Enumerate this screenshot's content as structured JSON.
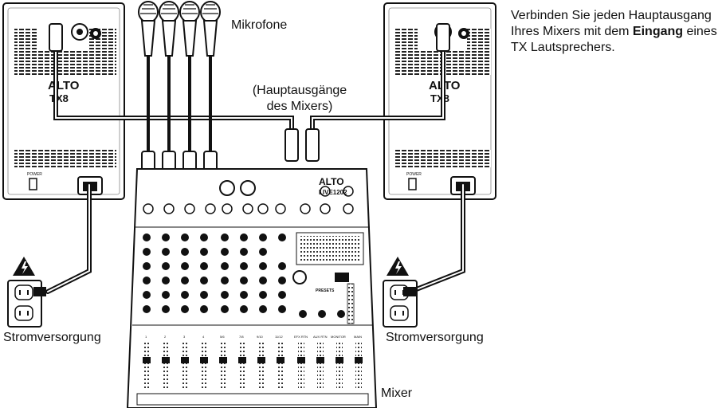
{
  "labels": {
    "mics": "Mikrofone",
    "main_outs_line1": "(Hauptausgänge",
    "main_outs_line2": "des Mixers)",
    "power_left": "Stromversorgung",
    "power_right": "Stromversorgung",
    "mixer": "Mixer"
  },
  "instruction": {
    "part1": "Verbinden Sie jeden Hauptausgang Ihres Mixers mit dem ",
    "bold": "Eingang",
    "part2": " eines TX Lautsprechers."
  },
  "speaker": {
    "brand": "ALTO",
    "model": "TX8",
    "power_label": "POWER"
  },
  "mixer_panel": {
    "brand": "ALTO",
    "model": "LIVE1202",
    "presets_label": "PRESETS",
    "channel_labels": [
      "1",
      "2",
      "3",
      "4",
      "5/6",
      "7/8",
      "9/10",
      "11/12",
      "EFX RTN",
      "AUX RTN",
      "MONITOR",
      "MAIN"
    ]
  }
}
